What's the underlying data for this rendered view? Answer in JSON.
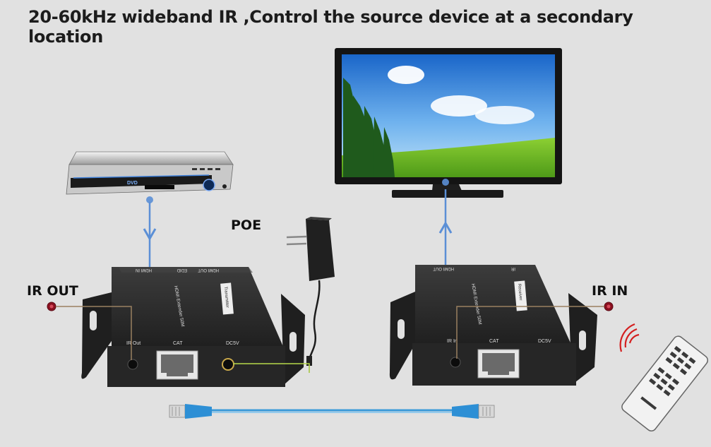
{
  "title": "20-60kHz wideband IR ,Control the source device at a secondary location",
  "labels": {
    "poe": "POE",
    "ir_out": "IR OUT",
    "ir_in": "IR IN"
  },
  "dvd": {
    "badge": "DVD"
  },
  "transmitter": {
    "model": "HDMI Extender 50M",
    "tag": "Transmitter",
    "top_ports": [
      "HDMI IN",
      "EDID",
      "HDMI OUT"
    ],
    "front_ports": [
      "IR Out",
      "CAT",
      "DC5V"
    ]
  },
  "receiver": {
    "model": "HDMI Extender 50M",
    "tag": "Receiver",
    "top_ports": [
      "HDMI OUT",
      "IR"
    ],
    "front_ports": [
      "IR In",
      "CAT",
      "DC5V"
    ]
  },
  "colors": {
    "background": "#e1e1e1",
    "signal_arrow": "#5b8fd6",
    "ir_line": "#9a8060",
    "power_line": "#b5d84a",
    "cat_cable": "#3a9ad9",
    "device_body": "#262626"
  }
}
